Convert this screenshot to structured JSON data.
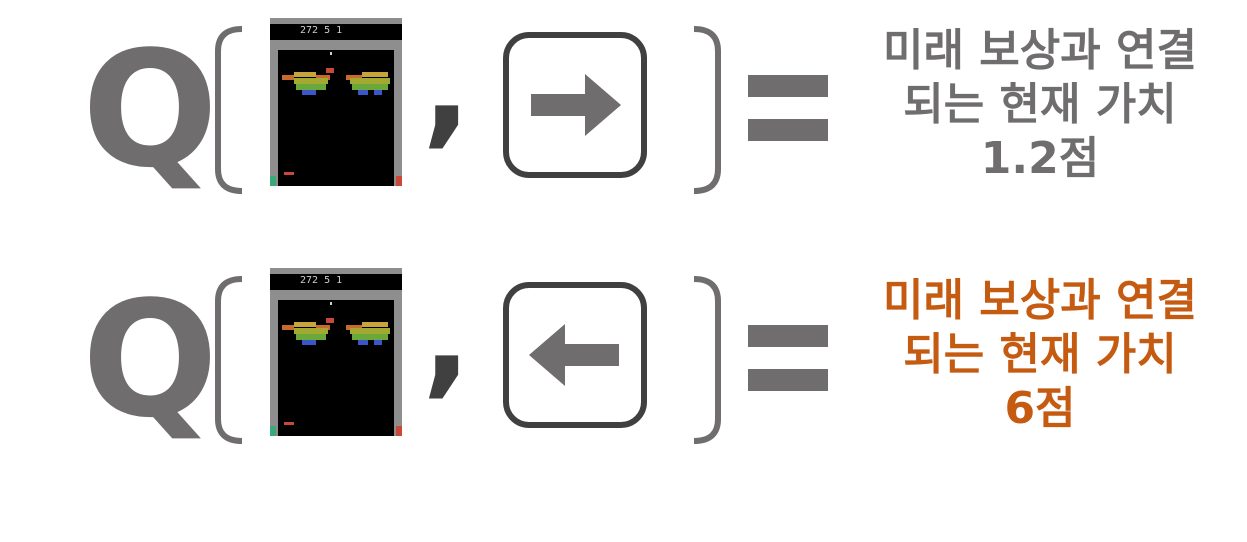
{
  "rows": [
    {
      "q_label": "Q",
      "comma": ",",
      "game_screen": {
        "score_text": "272 5 1"
      },
      "action_icon": "arrow-right-icon",
      "result": {
        "line1": "미래 보상과 연결",
        "line2": "되는 현재 가치",
        "line3": "1.2점",
        "color": "#6f6d6d"
      }
    },
    {
      "q_label": "Q",
      "comma": ",",
      "game_screen": {
        "score_text": "272 5 1"
      },
      "action_icon": "arrow-left-icon",
      "result": {
        "line1": "미래 보상과 연결",
        "line2": "되는 현재 가치",
        "line3": "6점",
        "color": "#c55a11"
      }
    }
  ],
  "colors": {
    "symbol_gray": "#6f6d6d",
    "dark_gray": "#404040",
    "highlight_orange": "#c55a11"
  }
}
